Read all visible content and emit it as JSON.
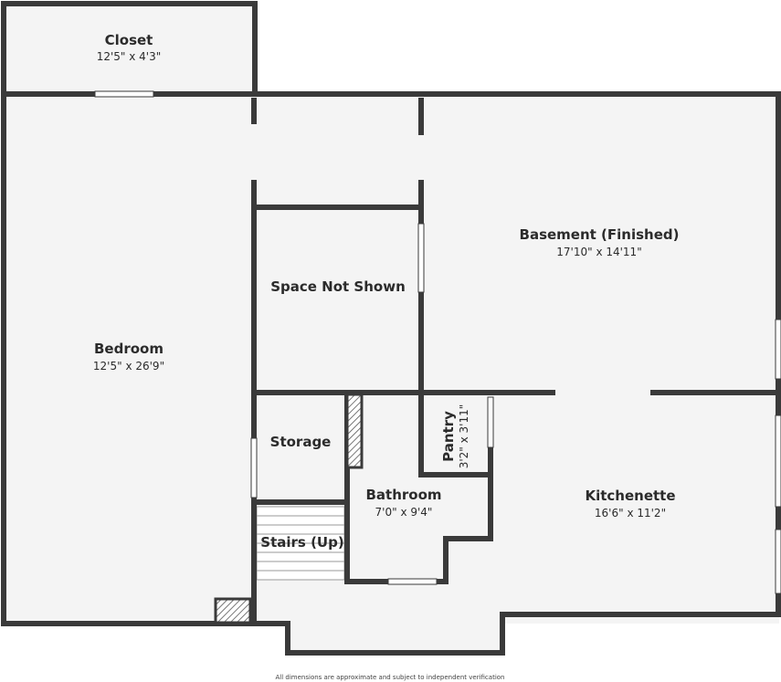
{
  "rooms": {
    "closet": {
      "name": "Closet",
      "dims": "12'5\" x 4'3\""
    },
    "bedroom": {
      "name": "Bedroom",
      "dims": "12'5\" x 26'9\""
    },
    "space_not_shown": {
      "name": "Space Not Shown"
    },
    "basement": {
      "name": "Basement (Finished)",
      "dims": "17'10\" x 14'11\""
    },
    "storage": {
      "name": "Storage"
    },
    "pantry": {
      "name": "Pantry",
      "dims": "3'2\" x 3'11\""
    },
    "bathroom": {
      "name": "Bathroom",
      "dims": "7'0\" x 9'4\""
    },
    "stairs": {
      "name": "Stairs (Up)"
    },
    "kitchenette": {
      "name": "Kitchenette",
      "dims": "16'6\" x 11'2\""
    }
  },
  "footer": "All dimensions are approximate and subject to independent verification",
  "colors": {
    "wall": "#3a3a3a",
    "floor": "#f4f4f4",
    "text": "#2b2b2b"
  }
}
